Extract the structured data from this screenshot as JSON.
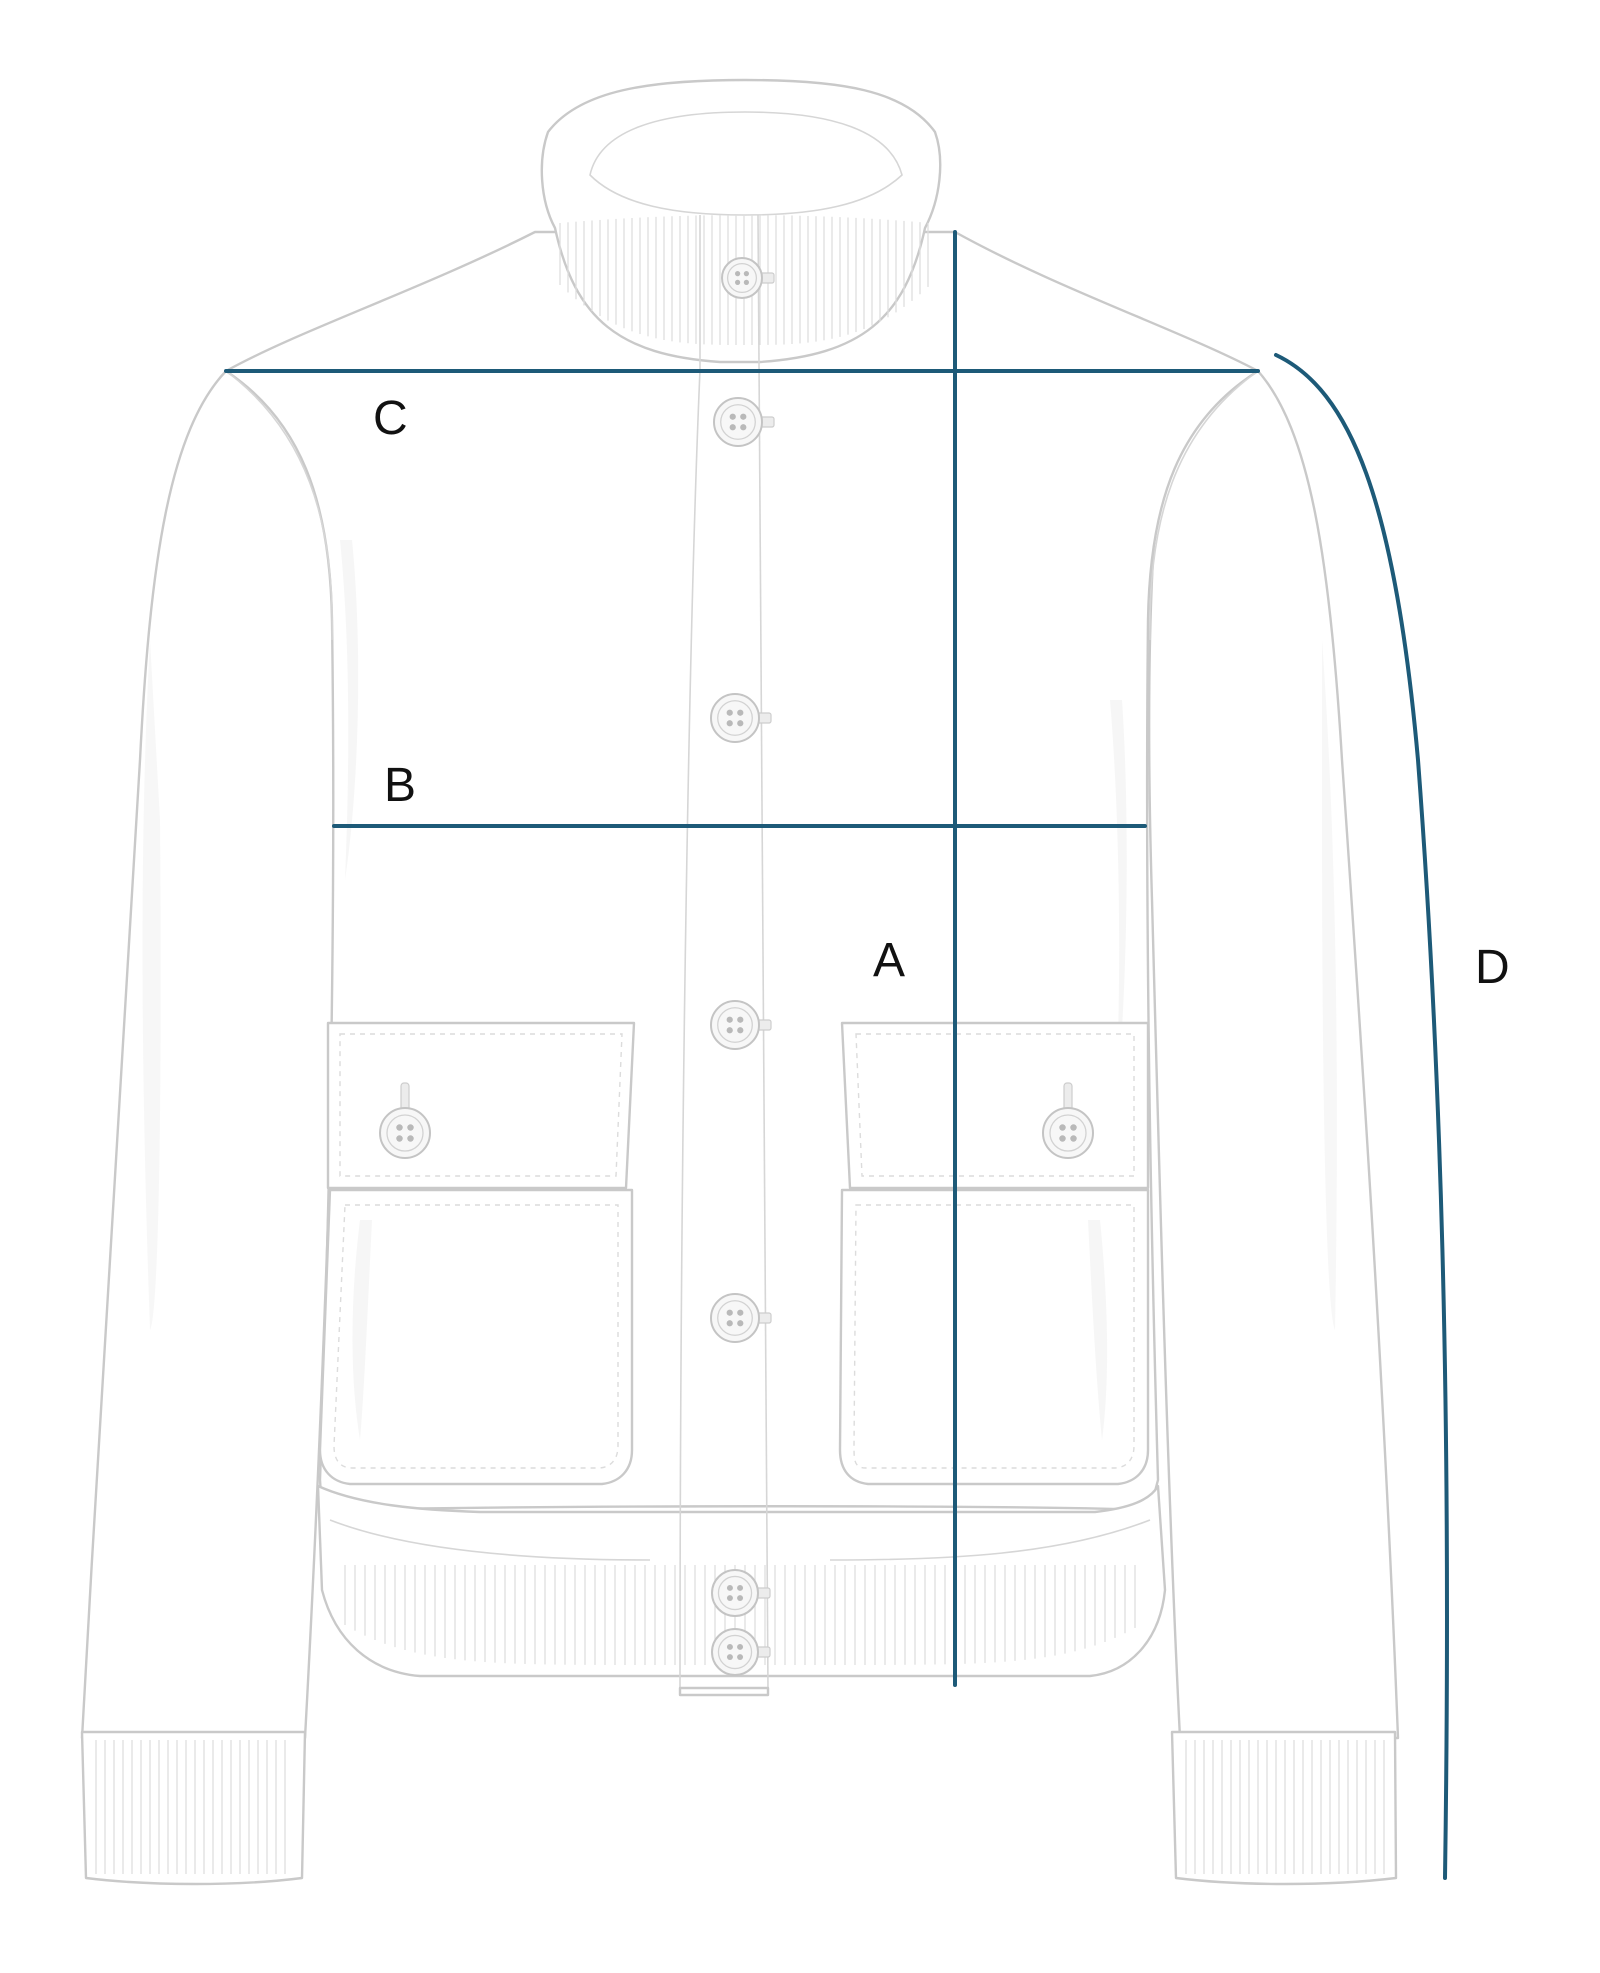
{
  "diagram": {
    "measurement_color": "#1d5a78",
    "labels": {
      "a": "A",
      "b": "B",
      "c": "C",
      "d": "D"
    }
  }
}
